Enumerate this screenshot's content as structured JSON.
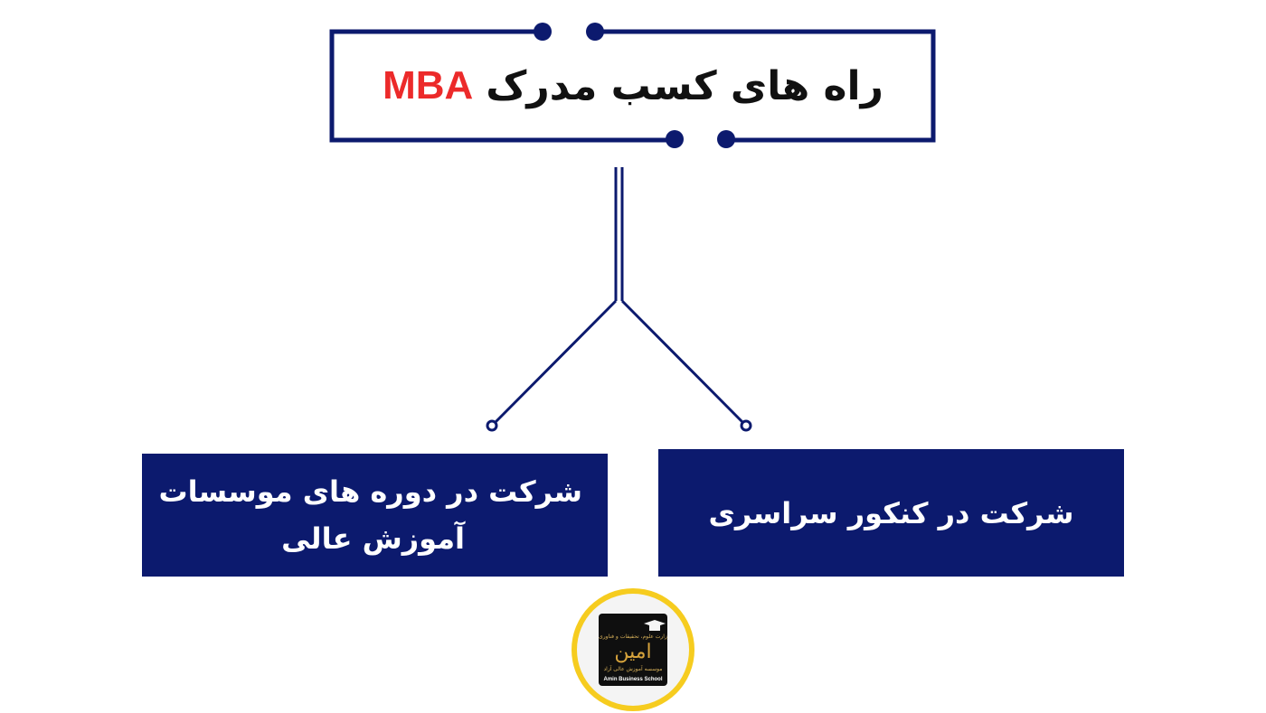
{
  "title": {
    "text": "راه های کسب مدرک",
    "highlight": "MBA",
    "highlight_color": "#ec2a2a"
  },
  "options": [
    {
      "text": "شرکت در کنکور سراسری"
    },
    {
      "line1": "شرکت در دوره های موسسات",
      "line2": "آموزش عالی"
    }
  ],
  "logo": {
    "ministry": "وزارت علوم، تحقیقات و فناوری",
    "name": "امین",
    "subtitle": "موسسه آموزش عالی آزاد",
    "english": "Amin Business School"
  },
  "colors": {
    "navy": "#0c1a6e",
    "title_border": "#0c1a6e",
    "accent_red": "#ec2a2a",
    "logo_ring": "#f6cc1f"
  }
}
